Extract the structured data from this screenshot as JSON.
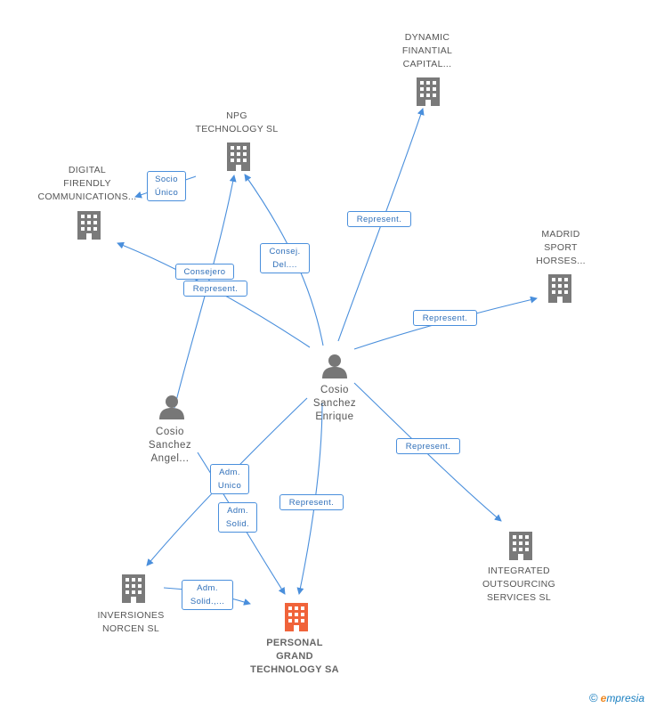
{
  "nodes": {
    "dynamic": "DYNAMIC\nFINANTIAL\nCAPITAL...",
    "npg": "NPG\nTECHNOLOGY SL",
    "digital": "DIGITAL\nFIRENDLY\nCOMMUNICATIONS...",
    "madrid": "MADRID\nSPORT\nHORSES...",
    "cosio_enrique": "Cosio\nSanchez\nEnrique",
    "cosio_angel": "Cosio\nSanchez\nAngel...",
    "integrated": "INTEGRATED\nOUTSOURCING\nSERVICES SL",
    "inversiones": "INVERSIONES\nNORCEN SL",
    "personal": "PERSONAL\nGRAND\nTECHNOLOGY SA"
  },
  "edges": {
    "socio_unico": "Socio\nÚnico",
    "consej_del": "Consej.\nDel....",
    "consejero": "Consejero",
    "represent_digital": "Represent.",
    "represent_dynamic": "Represent.",
    "represent_madrid": "Represent.",
    "represent_integrated": "Represent.",
    "represent_personal": "Represent.",
    "adm_unico": "Adm.\nUnico",
    "adm_solid": "Adm.\nSolid.",
    "adm_solid_2": "Adm.\nSolid.,..."
  },
  "colors": {
    "edge": "#4a8fdc",
    "building": "#7a7a7a",
    "building_main": "#f0633a",
    "person": "#777777"
  },
  "footer": {
    "copyright": "©",
    "brand_e": "e",
    "brand_rest": "mpresia"
  }
}
